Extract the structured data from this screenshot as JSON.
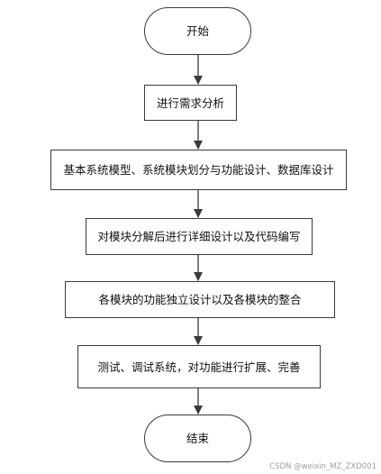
{
  "flowchart": {
    "nodes": [
      {
        "id": "start",
        "shape": "terminal",
        "label": "开始"
      },
      {
        "id": "step1",
        "shape": "process",
        "label": "进行需求分析"
      },
      {
        "id": "step2",
        "shape": "process",
        "label": "基本系统模型、系统模块划分与功能设计、数据库设计"
      },
      {
        "id": "step3",
        "shape": "process",
        "label": "对模块分解后进行详细设计以及代码编写"
      },
      {
        "id": "step4",
        "shape": "process",
        "label": "各模块的功能独立设计以及各模块的整合"
      },
      {
        "id": "step5",
        "shape": "process",
        "label": "测试、调试系统，对功能进行扩展、完善"
      },
      {
        "id": "end",
        "shape": "terminal",
        "label": "结束"
      }
    ],
    "edges": [
      {
        "from": "start",
        "to": "step1"
      },
      {
        "from": "step1",
        "to": "step2"
      },
      {
        "from": "step2",
        "to": "step3"
      },
      {
        "from": "step3",
        "to": "step4"
      },
      {
        "from": "step4",
        "to": "step5"
      },
      {
        "from": "step5",
        "to": "end"
      }
    ]
  },
  "colors": {
    "stroke": "#3a3a3a",
    "text": "#111111",
    "watermark": "#9aa0a6",
    "background": "#ffffff"
  },
  "watermark": {
    "text": "CSDN @weixin_MZ_ZXD001"
  }
}
